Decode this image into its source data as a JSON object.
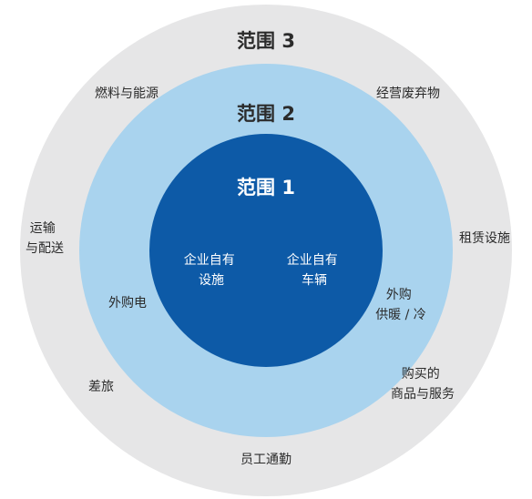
{
  "diagram": {
    "colors": {
      "outer_ring": "#e6e6e7",
      "middle_ring": "#a9d3ee",
      "inner_circle": "#0d5aa7",
      "dark_text": "#2b2b2b",
      "light_text": "#ffffff"
    },
    "scopes": {
      "scope3": {
        "title": "范围 3"
      },
      "scope2": {
        "title": "范围 2"
      },
      "scope1": {
        "title": "范围 1"
      }
    },
    "scope1_items": [
      {
        "lines": [
          "企业自有",
          "设施"
        ]
      },
      {
        "lines": [
          "企业自有",
          "车辆"
        ]
      }
    ],
    "scope2_items": [
      {
        "lines": [
          "外购电"
        ]
      },
      {
        "lines": [
          "外购",
          "供暖 / 冷"
        ]
      }
    ],
    "scope3_items": [
      {
        "lines": [
          "燃料与能源"
        ]
      },
      {
        "lines": [
          "经营废弃物"
        ]
      },
      {
        "lines": [
          "运输",
          "与配送"
        ]
      },
      {
        "lines": [
          "租赁设施"
        ]
      },
      {
        "lines": [
          "差旅"
        ]
      },
      {
        "lines": [
          "购买的",
          "商品与服务"
        ]
      },
      {
        "lines": [
          "员工通勤"
        ]
      }
    ]
  }
}
